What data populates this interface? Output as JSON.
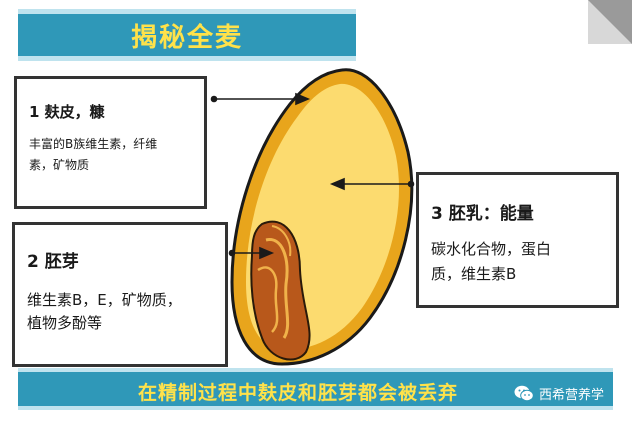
{
  "title": "揭秘全麦",
  "parts": [
    {
      "heading": "1 麸皮，糠",
      "lines": [
        "丰富的B族维生素，纤维",
        "素，矿物质"
      ]
    },
    {
      "heading": "2 胚芽",
      "lines": [
        "维生素B，E，矿物质，",
        "植物多酚等"
      ]
    },
    {
      "heading": "3 胚乳：能量",
      "lines": [
        "碳水化合物，蛋白",
        "质，维生素B"
      ]
    }
  ],
  "footer": "在精制过程中麸皮和胚芽都会被丢弃",
  "brand": {
    "name": "西希营养学",
    "icon": "wechat-icon"
  },
  "colors": {
    "banner": "#2f98b8",
    "banner_text": "#ffe24a",
    "bran": "#e8a51c",
    "endosperm": "#fcdb6f",
    "germ": "#b8581b"
  }
}
